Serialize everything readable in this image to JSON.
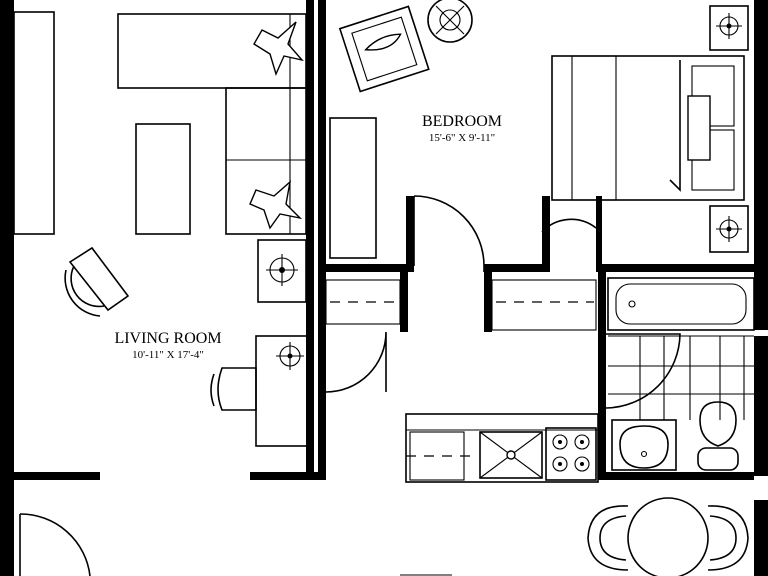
{
  "rooms": {
    "bedroom": {
      "name": "BEDROOM",
      "dimensions": "15'-6\" X 9'-11\""
    },
    "living_room": {
      "name": "LIVING ROOM",
      "dimensions": "10'-11\" X 17'-4\""
    }
  },
  "colors": {
    "line": "#000000",
    "background": "#ffffff"
  }
}
